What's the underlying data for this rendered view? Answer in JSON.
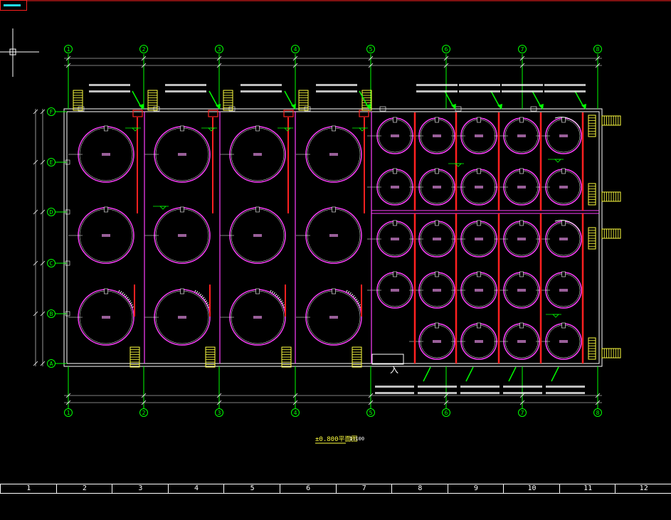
{
  "drawing": {
    "axes_x": [
      "1",
      "2",
      "3",
      "4",
      "5",
      "6",
      "7",
      "8"
    ],
    "axes_y": [
      "A",
      "B",
      "C",
      "D",
      "E",
      "F"
    ],
    "plan_title": "±0.800平面图",
    "plan_scale": "1:100",
    "entrance_label": "入",
    "colors": {
      "background": "#000000",
      "wall": "#ffffff",
      "tank": "#ff40ff",
      "column": "#ff2020",
      "axis": "#00ff00",
      "stair": "#ffff40",
      "dimension": "#ffffff",
      "frame": "#ff2020",
      "tab_accent": "#20e0ff"
    }
  },
  "ruler": {
    "cells": [
      "1",
      "2",
      "3",
      "4",
      "5",
      "6",
      "7",
      "8",
      "9",
      "10",
      "11",
      "12"
    ]
  }
}
